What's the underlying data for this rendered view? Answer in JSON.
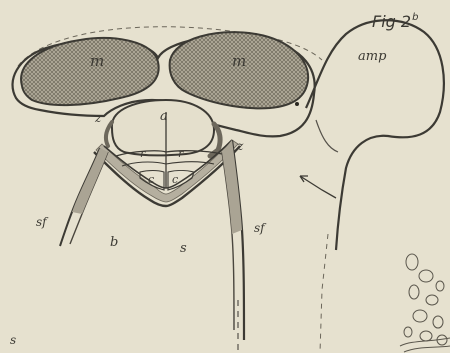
{
  "figure": {
    "title": "Fig 2",
    "title_suffix": "b"
  },
  "labels": {
    "m_left": "m",
    "m_right": "m",
    "amp": "amp",
    "a": "a",
    "z_left": "z",
    "z_right": "z",
    "r_left": "r",
    "r_right": "r",
    "c_left": "c",
    "c_right": "c",
    "sf_left": "sf",
    "sf_right": "sf",
    "b": "b",
    "s_center": "s",
    "s_corner": "s"
  },
  "colors": {
    "paper": "#e6e1cf",
    "ink": "#3c3a34",
    "lobe_fill": "#aaa494",
    "band_fill": "#b5af9f"
  }
}
